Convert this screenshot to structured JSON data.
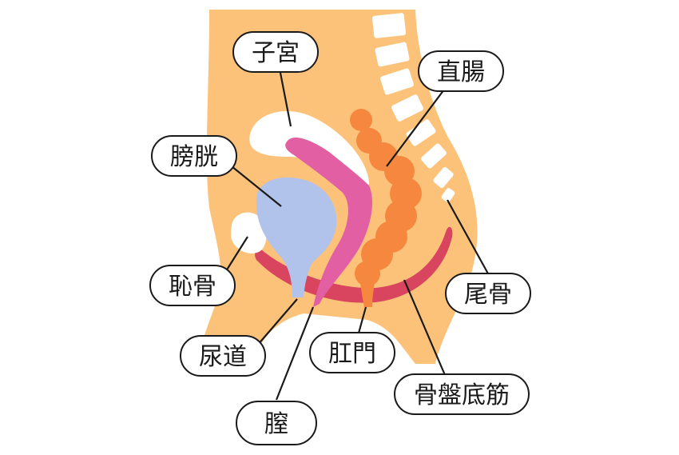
{
  "labels": {
    "uterus": "子宮",
    "rectum": "直腸",
    "bladder": "膀胱",
    "pubic_bone": "恥骨",
    "coccyx": "尾骨",
    "urethra": "尿道",
    "anus": "肛門",
    "vagina": "膣",
    "pelvic_floor": "骨盤底筋"
  },
  "colors": {
    "body": "#fdc27a",
    "bladder": "#b1c3ea",
    "uterus": "#e35fa4",
    "rectum": "#f5883e",
    "pelvic_floor": "#d9455f",
    "bone": "#ffffff"
  }
}
